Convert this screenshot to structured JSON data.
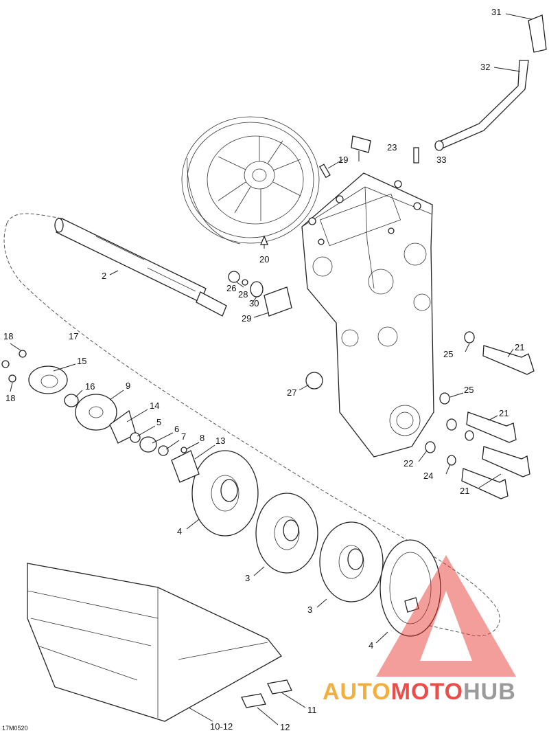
{
  "figure": {
    "reference_code": "17M0520"
  },
  "callouts": [
    {
      "id": "c1",
      "text": "31"
    },
    {
      "id": "c2",
      "text": "32"
    },
    {
      "id": "c3",
      "text": "23"
    },
    {
      "id": "c4",
      "text": "19"
    },
    {
      "id": "c5",
      "text": "33"
    },
    {
      "id": "c6",
      "text": "20"
    },
    {
      "id": "c7",
      "text": "2"
    },
    {
      "id": "c8",
      "text": "26"
    },
    {
      "id": "c9",
      "text": "28"
    },
    {
      "id": "c10",
      "text": "30"
    },
    {
      "id": "c11",
      "text": "29"
    },
    {
      "id": "c12",
      "text": "18"
    },
    {
      "id": "c13",
      "text": "17"
    },
    {
      "id": "c14",
      "text": "15"
    },
    {
      "id": "c15",
      "text": "18"
    },
    {
      "id": "c16",
      "text": "16"
    },
    {
      "id": "c17",
      "text": "9"
    },
    {
      "id": "c18",
      "text": "14"
    },
    {
      "id": "c19",
      "text": "5"
    },
    {
      "id": "c20",
      "text": "6"
    },
    {
      "id": "c21",
      "text": "7"
    },
    {
      "id": "c22",
      "text": "8"
    },
    {
      "id": "c23",
      "text": "13"
    },
    {
      "id": "c24",
      "text": "27"
    },
    {
      "id": "c25",
      "text": "25"
    },
    {
      "id": "c26",
      "text": "21"
    },
    {
      "id": "c27",
      "text": "25"
    },
    {
      "id": "c28",
      "text": "21"
    },
    {
      "id": "c29",
      "text": "22"
    },
    {
      "id": "c30",
      "text": "24"
    },
    {
      "id": "c31",
      "text": "21"
    },
    {
      "id": "c32",
      "text": "4"
    },
    {
      "id": "c33",
      "text": "3"
    },
    {
      "id": "c34",
      "text": "3"
    },
    {
      "id": "c35",
      "text": "4"
    },
    {
      "id": "c36",
      "text": "11"
    },
    {
      "id": "c37",
      "text": "12"
    },
    {
      "id": "c38",
      "text": "10-12"
    }
  ],
  "watermark": {
    "part1": "AUTO",
    "part2": "MOTO",
    "part3": "HUB",
    "color_orange": "#f2a21c",
    "color_red": "#e8302a",
    "color_gray": "#8a8a8a"
  }
}
